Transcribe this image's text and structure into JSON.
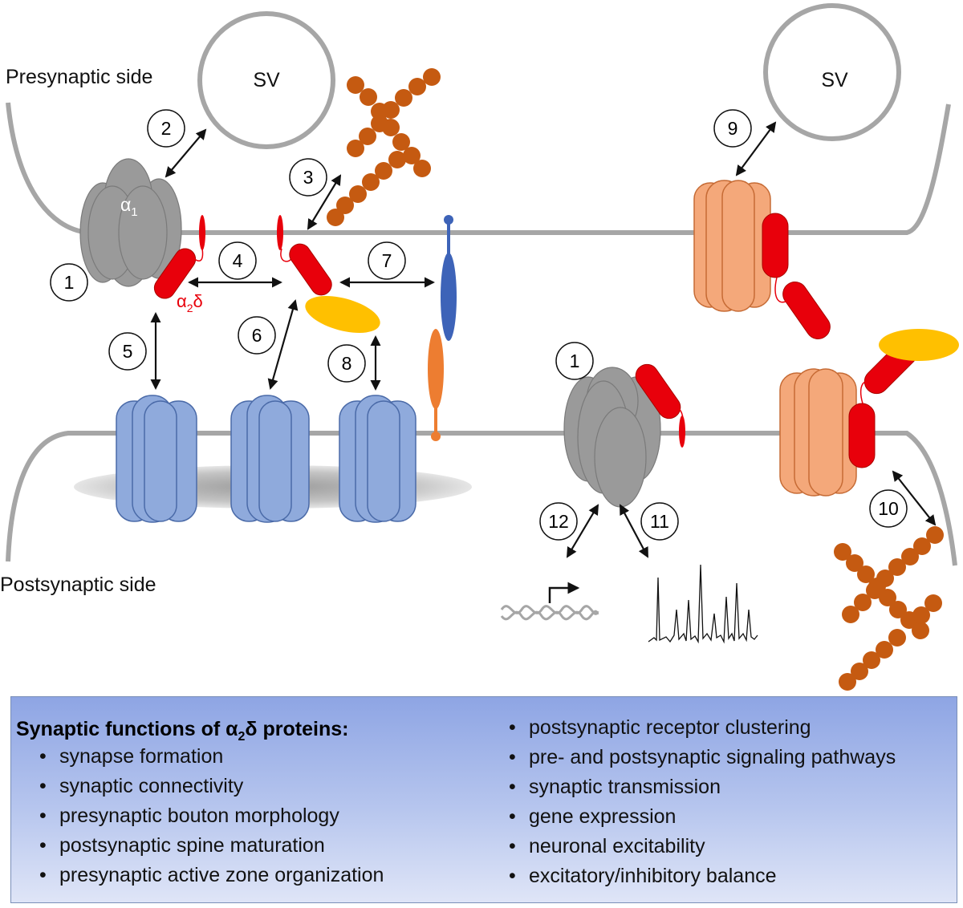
{
  "labels": {
    "presynaptic": "Presynaptic side",
    "postsynaptic": "Postsynaptic side",
    "sv": "SV",
    "alpha1": "α",
    "alpha1_sub": "1",
    "a2d_alpha": "α",
    "a2d_sub": "2",
    "a2d_delta": "δ"
  },
  "markers": [
    "1",
    "2",
    "3",
    "4",
    "5",
    "6",
    "7",
    "8",
    "1",
    "9",
    "10",
    "11",
    "12"
  ],
  "info": {
    "title_prefix": "Synaptic functions of α",
    "title_sub": "2",
    "title_suffix": "δ proteins:",
    "left_items": [
      "synapse formation",
      "synaptic connectivity",
      "presynaptic bouton morphology",
      "postsynaptic spine maturation",
      "presynaptic active zone organization"
    ],
    "right_items": [
      "postsynaptic receptor clustering",
      "pre- and postsynaptic signaling pathways",
      "synaptic transmission",
      "gene expression",
      "neuronal excitability",
      "excitatory/inhibitory balance"
    ]
  },
  "colors": {
    "membrane": "#a6a6a6",
    "calcium_channel": "#9a9a9a",
    "alpha2delta": "#e8000b",
    "receptor_blue": "#8faadc",
    "adhesion_blue": "#3d63b8",
    "adhesion_orange": "#ed7d31",
    "ligand_yellow": "#ffc000",
    "channel_orange": "#f4a87a",
    "actin_brown": "#c55a11"
  }
}
